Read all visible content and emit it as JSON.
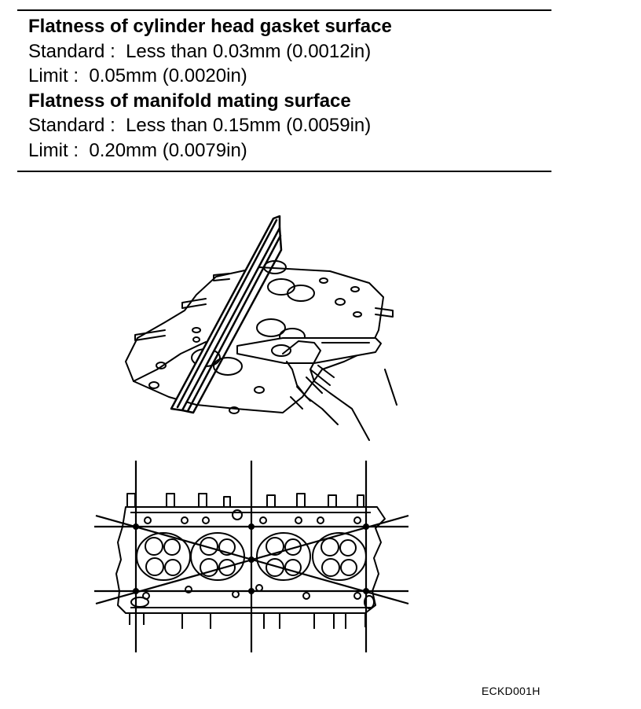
{
  "spec": {
    "gasket_title": "Flatness of cylinder head gasket surface",
    "gasket_standard": "Standard :  Less than 0.03mm (0.0012in)",
    "gasket_limit": "Limit :  0.05mm (0.0020in)",
    "manifold_title": "Flatness of manifold mating surface",
    "manifold_standard": "Standard :  Less than 0.15mm (0.0059in)",
    "manifold_limit": "Limit :  0.20mm (0.0079in)"
  },
  "figure": {
    "code": "ECKD001H"
  }
}
